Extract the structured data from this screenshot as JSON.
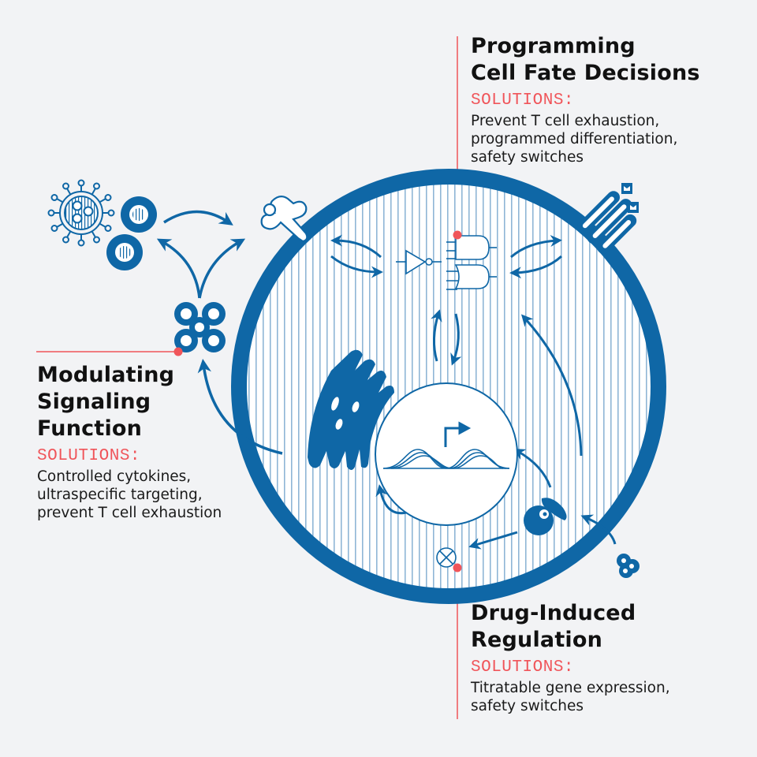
{
  "colors": {
    "background": "#f2f3f5",
    "cell_blue": "#0f67a6",
    "stripe_blue": "#8fb6d6",
    "accent_red": "#f0555a",
    "title_text": "#111111"
  },
  "callouts": {
    "cell_fate": {
      "title_line1": "Programming",
      "title_line2": "Cell Fate Decisions",
      "solutions_label": "SOLUTIONS:",
      "desc_line1": "Prevent T cell exhaustion,",
      "desc_line2": "programmed differentiation,",
      "desc_line3": "safety switches"
    },
    "signaling": {
      "title_line1": "Modulating",
      "title_line2": "Signaling",
      "title_line3": "Function",
      "solutions_label": "SOLUTIONS:",
      "desc_line1": "Controlled cytokines,",
      "desc_line2": "ultraspecific targeting,",
      "desc_line3": "prevent T cell exhaustion"
    },
    "drug": {
      "title_line1": "Drug-Induced",
      "title_line2": "Regulation",
      "solutions_label": "SOLUTIONS:",
      "desc_line1": "Titratable gene expression,",
      "desc_line2": "safety switches"
    }
  },
  "icons": [
    "virus-icon",
    "target-cells-icon",
    "cytokine-cluster-icon",
    "receptor-icon",
    "car-receptor-icon",
    "not-gate-icon",
    "and-gate-icon",
    "or-gate-icon",
    "endoplasmic-reticulum-icon",
    "nucleus-icon",
    "dna-icon",
    "promoter-arrow-icon",
    "drug-binding-protein-icon",
    "small-molecule-drug-icon",
    "inhibitor-icon"
  ]
}
